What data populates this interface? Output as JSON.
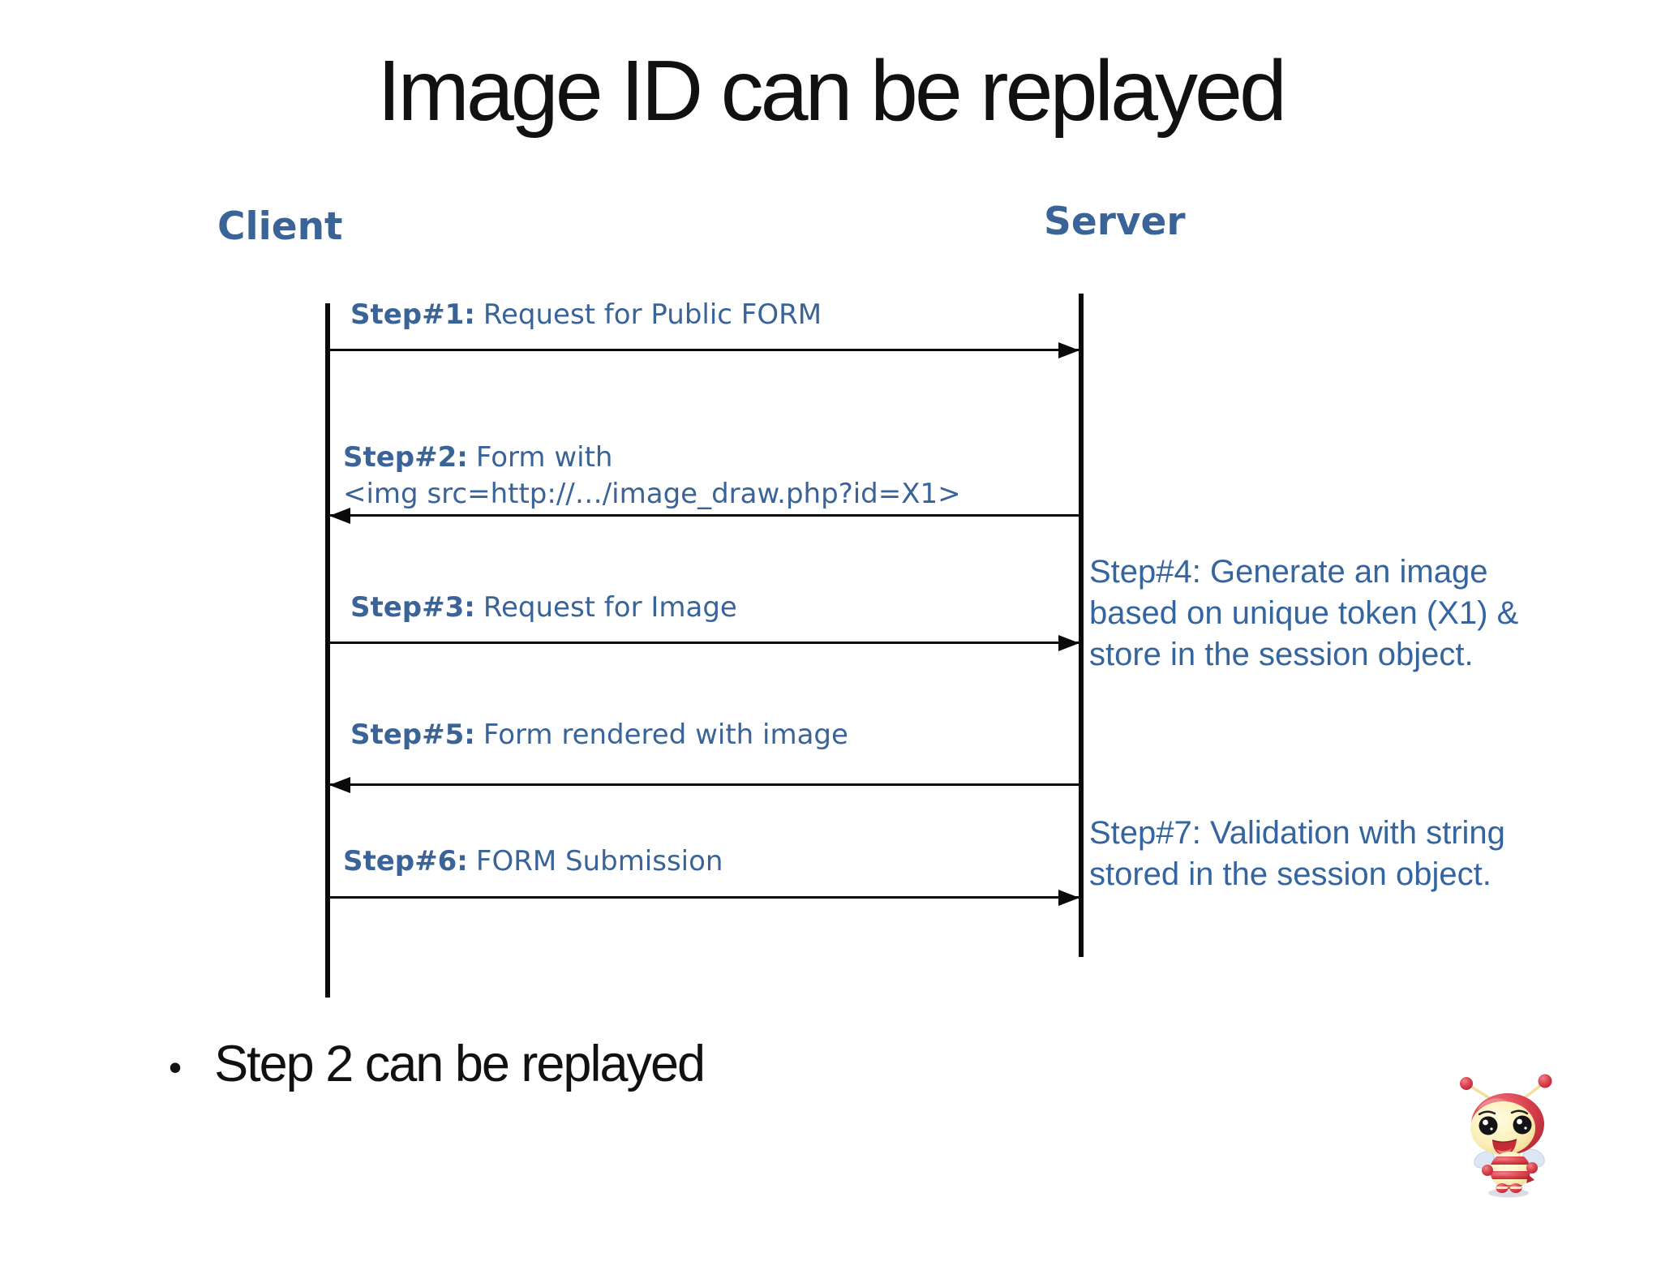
{
  "title": "Image ID can be replayed",
  "diagram": {
    "client_label": "Client",
    "server_label": "Server",
    "messages": [
      {
        "prefix": "Step#1:",
        "text": "Request for Public FORM",
        "direction": "right"
      },
      {
        "prefix": "Step#2:",
        "text": "Form with",
        "text2": "<img src=http://…/image_draw.php?id=X1>",
        "direction": "left"
      },
      {
        "prefix": "Step#3:",
        "text": "Request for Image",
        "direction": "right"
      },
      {
        "prefix": "Step#5:",
        "text": "Form rendered with image",
        "direction": "left"
      },
      {
        "prefix": "Step#6:",
        "text": "FORM Submission",
        "direction": "right"
      }
    ],
    "server_notes": [
      {
        "text": "Step#4: Generate an image\nbased on unique token (X1) &\nstore in the session object."
      },
      {
        "text": "Step#7: Validation with string\nstored in the session object."
      }
    ]
  },
  "bullet": {
    "marker": "•",
    "text": "Step 2 can be replayed"
  },
  "icons": {
    "mascot": "bee-mascot-icon"
  },
  "colors": {
    "label_blue": "#3a6398",
    "note_blue": "#35659e",
    "line_black": "#0a0a0a",
    "text_black": "#111111"
  }
}
